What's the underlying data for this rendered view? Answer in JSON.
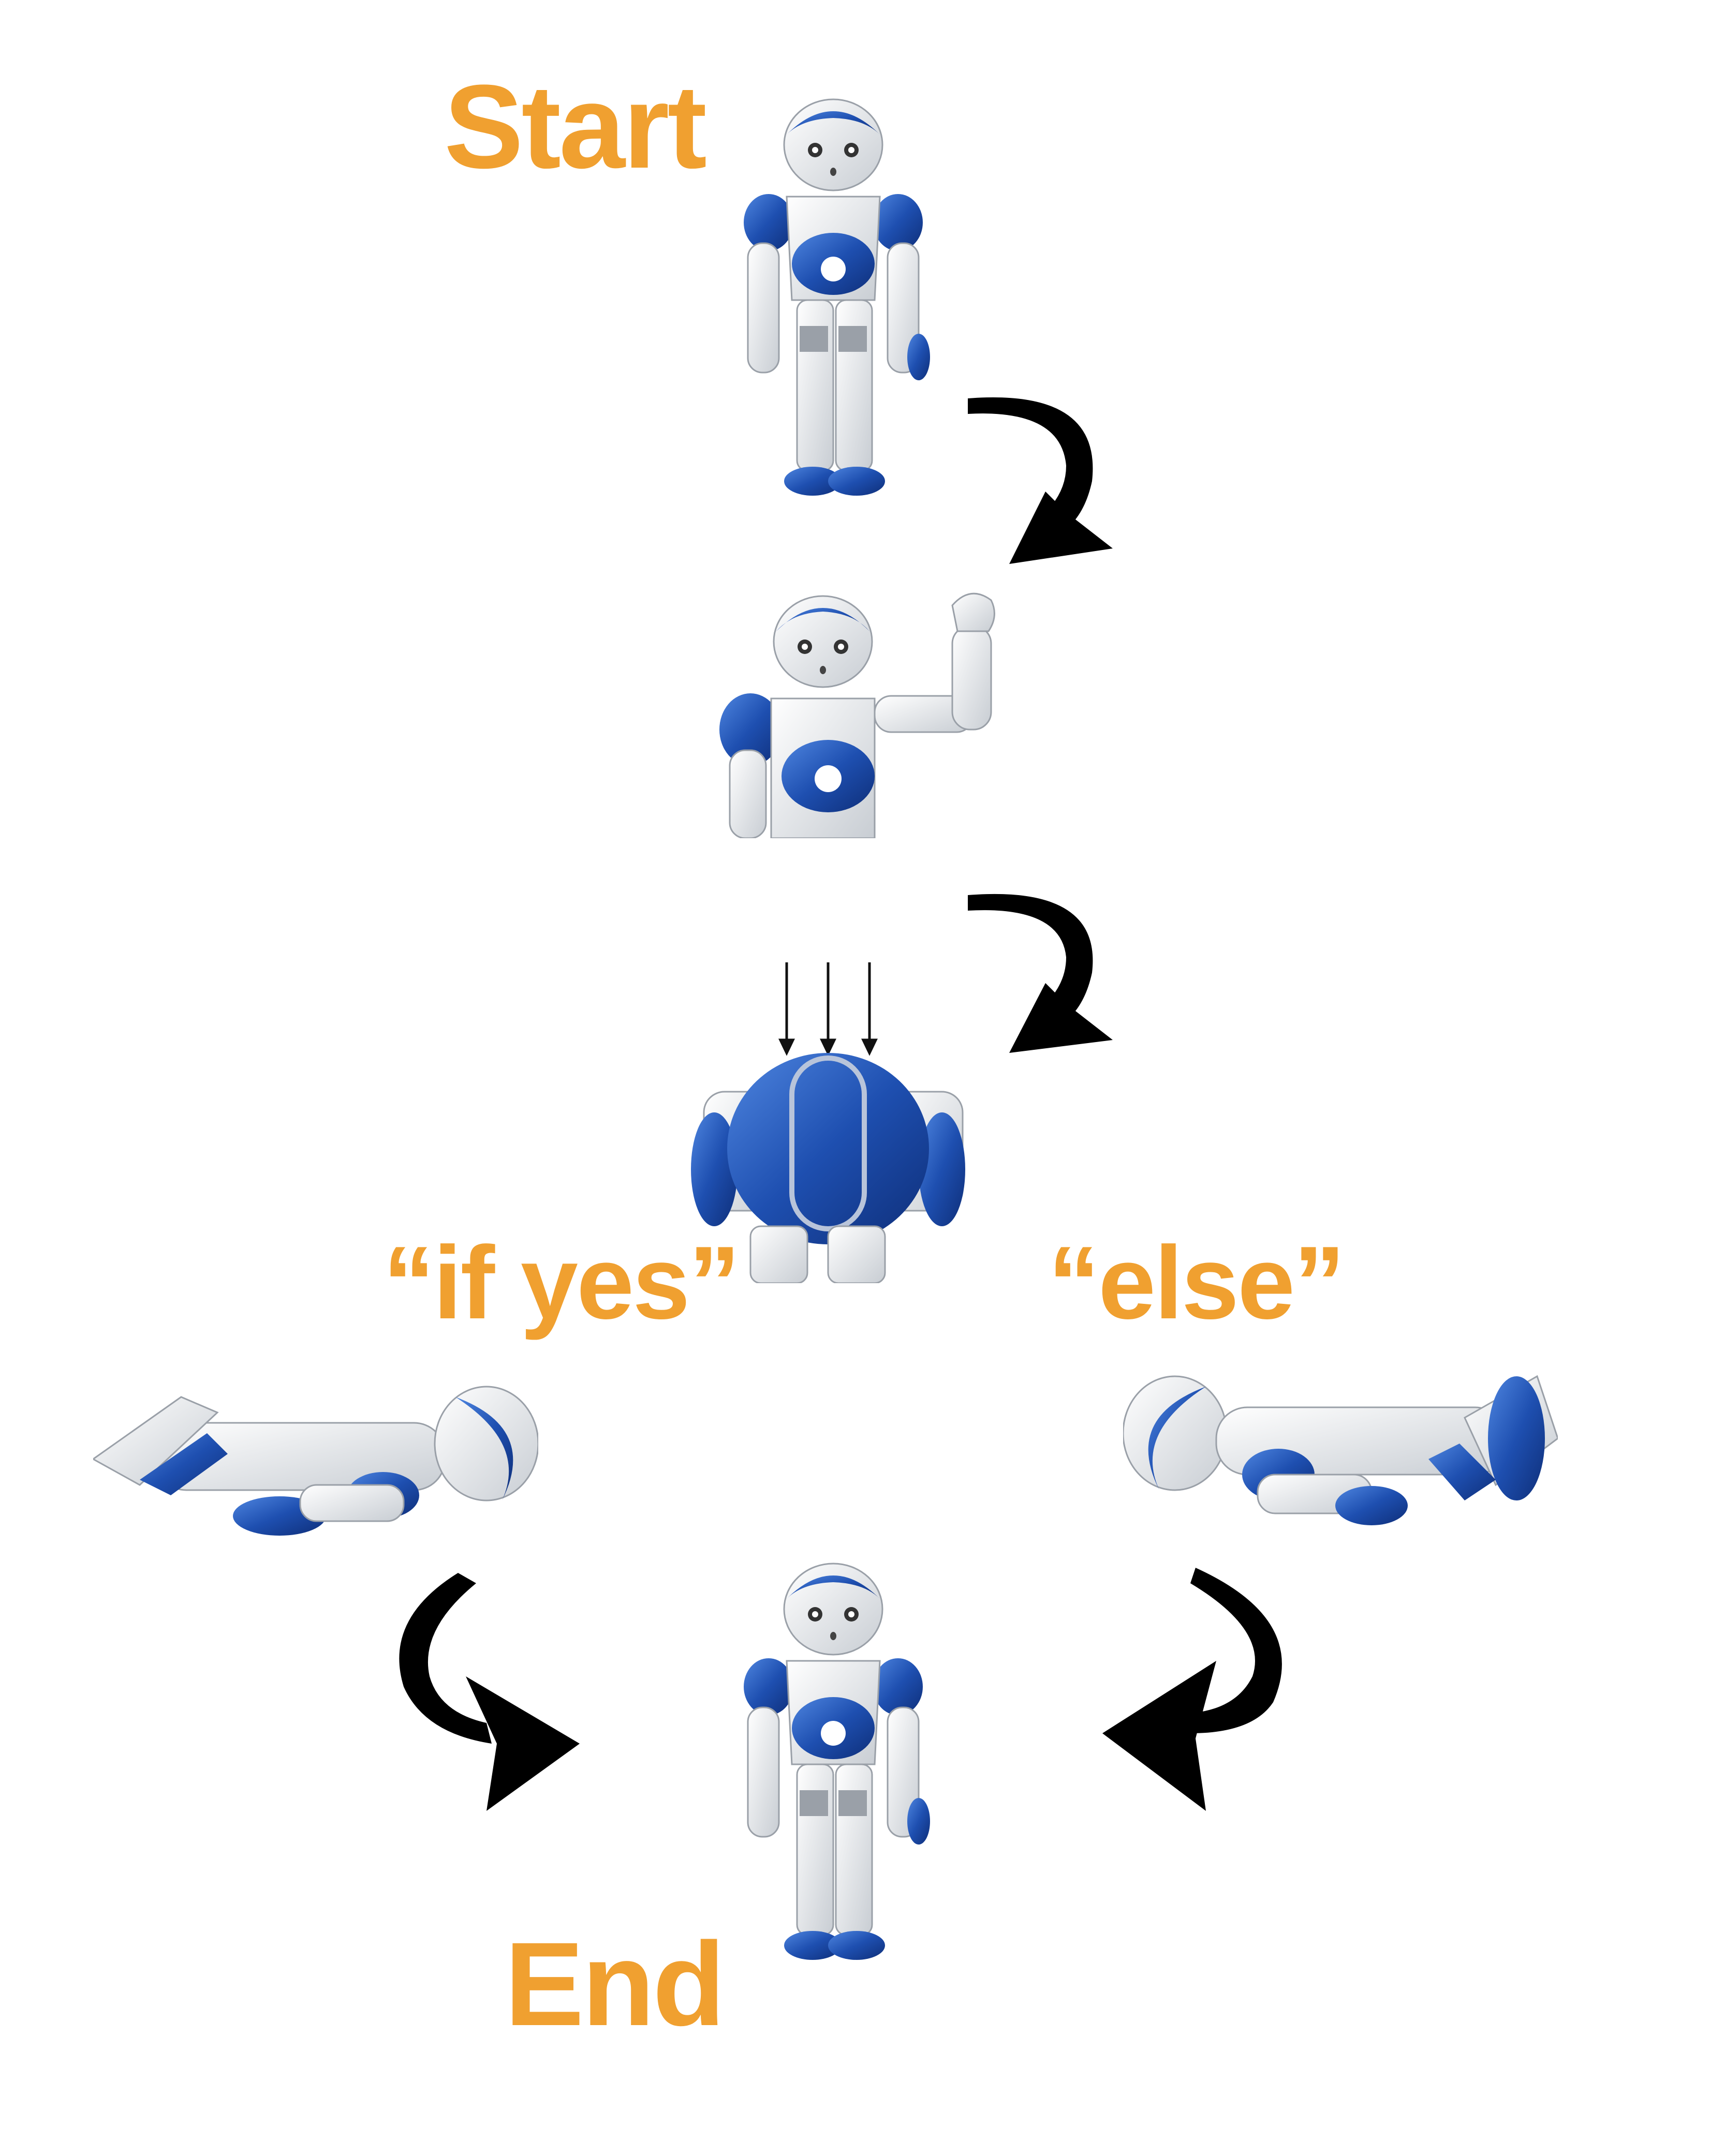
{
  "labels": {
    "start": "Start",
    "if_yes": "“if yes”",
    "else": "“else”",
    "end": "End"
  },
  "colors": {
    "label": "#F0A030",
    "robot_blue": "#1E4FB0",
    "robot_white": "#ECEEF0",
    "arrow": "#000000"
  },
  "steps": [
    {
      "id": "start",
      "pose": "standing"
    },
    {
      "id": "wave",
      "pose": "waving-right-arm"
    },
    {
      "id": "head-touch",
      "pose": "head-sensor-pressed"
    },
    {
      "id": "fall-left",
      "pose": "lying-down"
    },
    {
      "id": "fall-right",
      "pose": "lying-down"
    },
    {
      "id": "end",
      "pose": "standing"
    }
  ]
}
